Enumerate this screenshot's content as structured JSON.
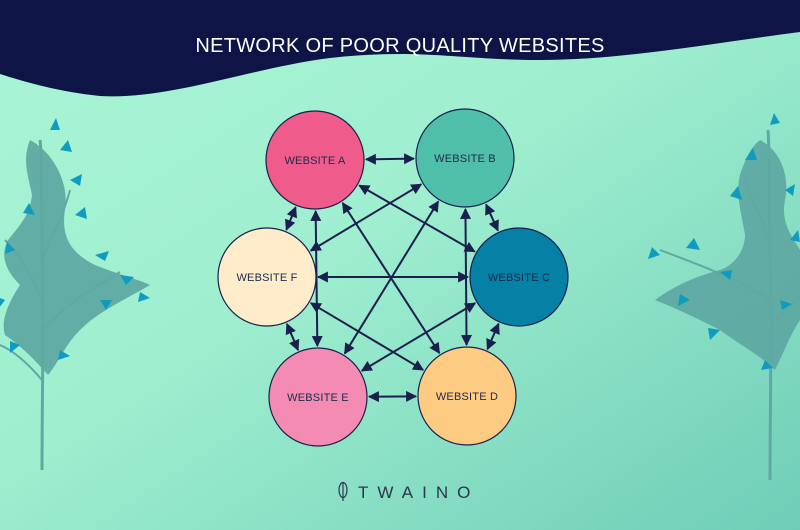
{
  "title": "NETWORK OF POOR QUALITY WEBSITES",
  "brand": {
    "name": "TWAINO",
    "icon": "leaf-icon"
  },
  "colors": {
    "background": "#a4f3d3",
    "background_dark": "#7cd6c1",
    "header": "#0e1445",
    "arrow": "#1a1f4e",
    "tree_dark": "#0f9cc0",
    "tree_light": "#5fa9a3"
  },
  "nodes": [
    {
      "id": "a",
      "label": "WEBSITE A",
      "color": "#ef5b8b"
    },
    {
      "id": "b",
      "label": "WEBSITE B",
      "color": "#4fbfaa"
    },
    {
      "id": "c",
      "label": "WEBSITE C",
      "color": "#0780a6"
    },
    {
      "id": "d",
      "label": "WEBSITE D",
      "color": "#fdcb82"
    },
    {
      "id": "e",
      "label": "WEBSITE E",
      "color": "#f38bb2"
    },
    {
      "id": "f",
      "label": "WEBSITE F",
      "color": "#feeccb"
    }
  ],
  "edges": [
    [
      "a",
      "b"
    ],
    [
      "b",
      "c"
    ],
    [
      "c",
      "d"
    ],
    [
      "d",
      "e"
    ],
    [
      "e",
      "f"
    ],
    [
      "f",
      "a"
    ],
    [
      "a",
      "c"
    ],
    [
      "a",
      "d"
    ],
    [
      "a",
      "e"
    ],
    [
      "b",
      "d"
    ],
    [
      "b",
      "e"
    ],
    [
      "b",
      "f"
    ],
    [
      "c",
      "e"
    ],
    [
      "c",
      "f"
    ],
    [
      "d",
      "f"
    ]
  ]
}
